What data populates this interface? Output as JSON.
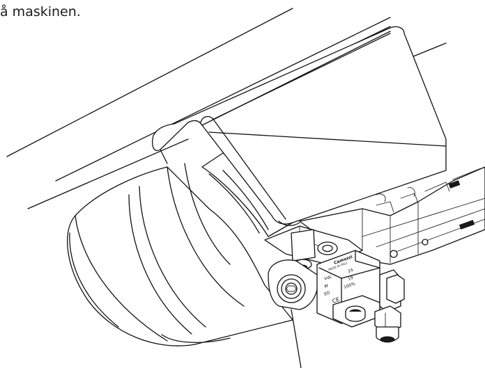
{
  "caption": "å maskinen.",
  "solenoid_label": {
    "brand": "Camozzi",
    "origin": "MADE IN ITALY",
    "row1_key": "Vdc",
    "row1_val": "24",
    "row2_key": "W",
    "row2_val": "19",
    "row3_key": "ED",
    "row3_val": "100%",
    "mark": "CE"
  },
  "colors": {
    "line": "#111111",
    "background": "#ffffff"
  }
}
